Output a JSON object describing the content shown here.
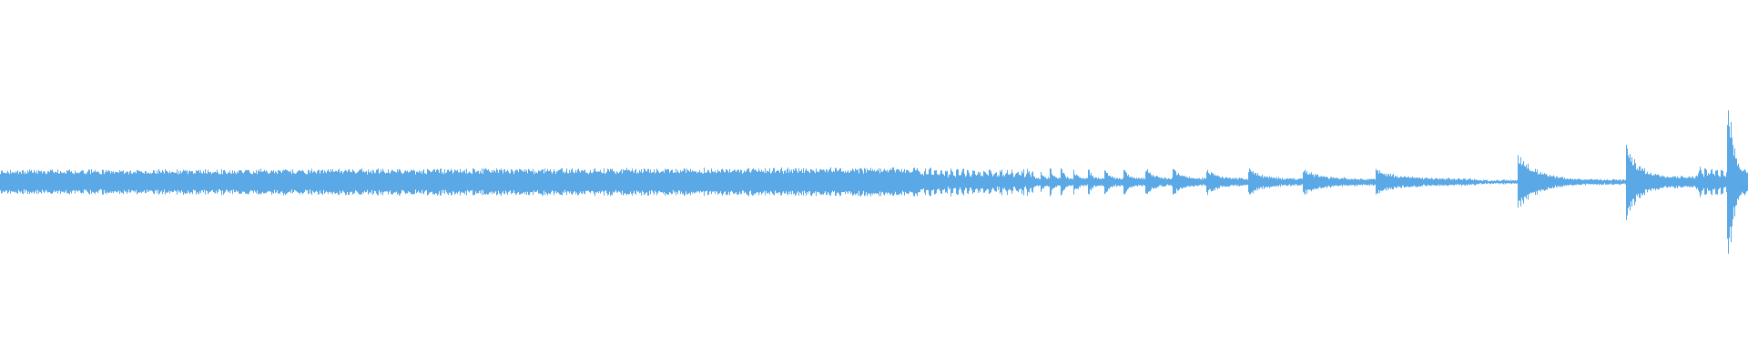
{
  "waveform": {
    "color": "#5aa9e6",
    "background": "#ffffff",
    "baseline_amplitude": 0.05,
    "segments": [
      {
        "start": 0.0,
        "end": 0.525,
        "pattern": "continuous",
        "amp_start": 0.05,
        "amp_end": 0.06
      },
      {
        "start": 0.525,
        "end": 0.59,
        "pattern": "dense-pulses",
        "amp_start": 0.06,
        "amp_end": 0.055
      },
      {
        "start": 0.59,
        "end": 0.845,
        "pattern": "decaying-pulses",
        "amp_start": 0.045,
        "amp_end": 0.05
      },
      {
        "start": 0.845,
        "end": 0.868,
        "pattern": "near-silent",
        "amp_start": 0.005,
        "amp_end": 0.005
      },
      {
        "start": 0.868,
        "end": 0.93,
        "pattern": "burst-decay",
        "amp_start": 0.13,
        "amp_end": 0.01
      },
      {
        "start": 0.93,
        "end": 0.97,
        "pattern": "burst-decay",
        "amp_start": 0.16,
        "amp_end": 0.06
      },
      {
        "start": 0.97,
        "end": 0.988,
        "pattern": "dense-pulses",
        "amp_start": 0.07,
        "amp_end": 0.05
      },
      {
        "start": 0.988,
        "end": 1.0,
        "pattern": "peak",
        "amp_start": 0.38,
        "amp_end": 0.2
      }
    ]
  }
}
